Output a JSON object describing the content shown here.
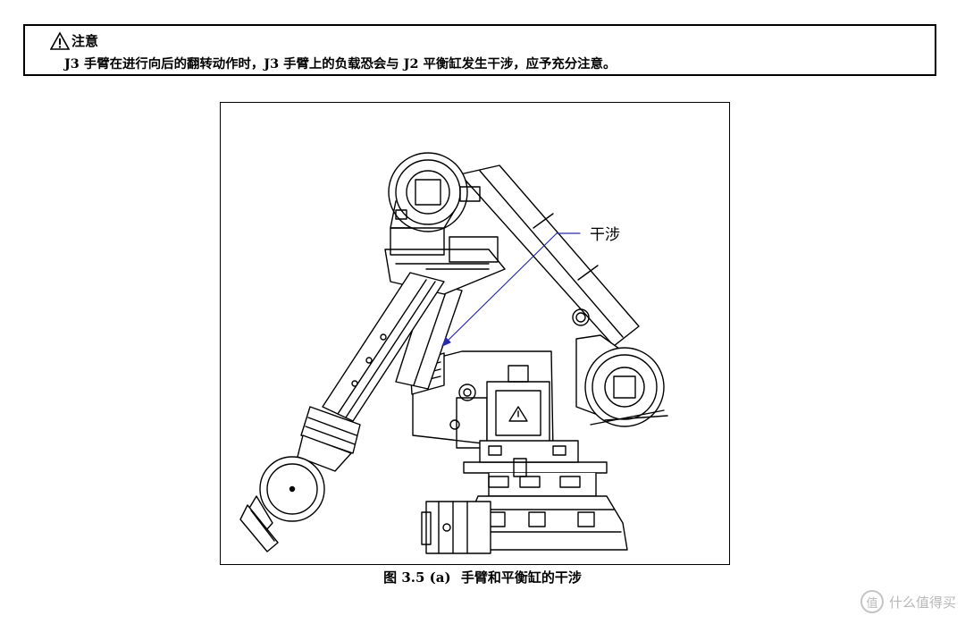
{
  "notice": {
    "title": "注意",
    "body": "J3 手臂在进行向后的翻转动作时，J3 手臂上的负载恐会与 J2 平衡缸发生干涉，应予充分注意。",
    "icon": "warning-triangle-icon"
  },
  "figure": {
    "callout_label": "干涉",
    "caption_number": "图 3.5 (a)",
    "caption_text": "手臂和平衡缸的干涉"
  },
  "watermark": {
    "badge": "值",
    "text": "什么值得买"
  }
}
